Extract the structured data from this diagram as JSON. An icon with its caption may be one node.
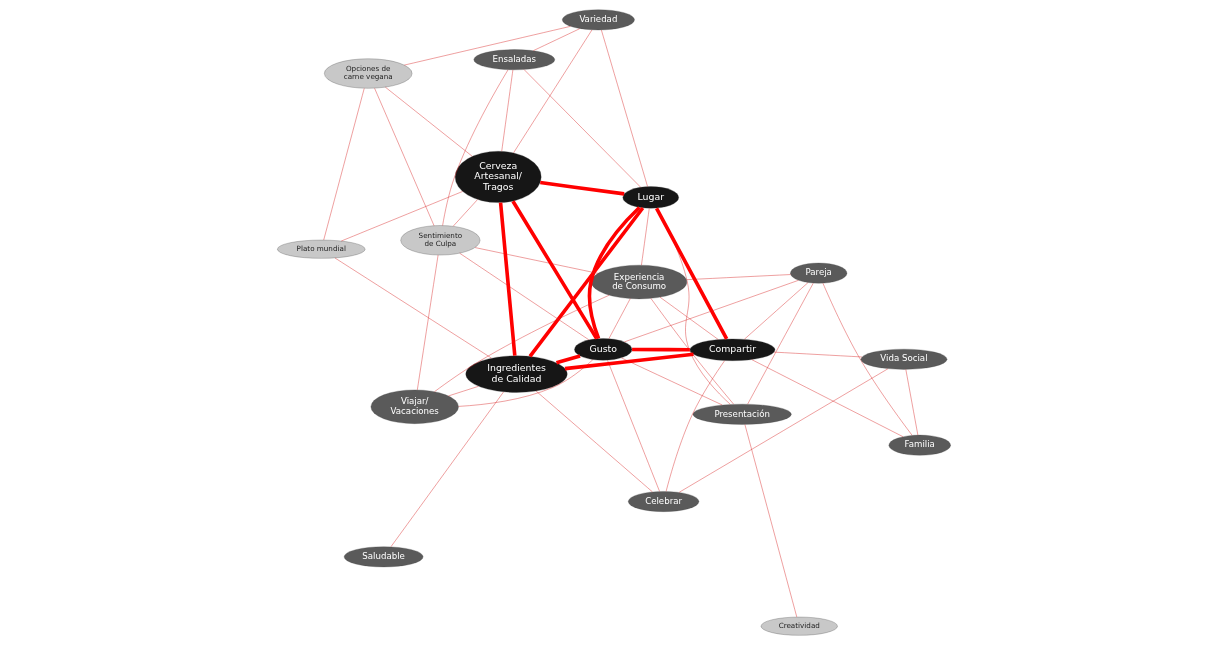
{
  "diagram": {
    "nodes": [
      {
        "text": [
          "Creatividad"
        ]
      },
      {
        "text": [
          "Presentación"
        ]
      },
      {
        "text": [
          "Lugar"
        ]
      },
      {
        "text": [
          "Ensaladas"
        ]
      },
      {
        "text": [
          "Pareja"
        ]
      },
      {
        "text": [
          "Experiencia de Consumo"
        ]
      },
      {
        "text": [
          "Viajar/ Vacaciones"
        ]
      },
      {
        "text": [
          "Variedad"
        ]
      },
      {
        "text": [
          "Sentimiento de Culpa"
        ]
      },
      {
        "text": [
          "Familia"
        ]
      },
      {
        "text": [
          "Gusto"
        ]
      },
      {
        "text": [
          "Opciones de carne vegana"
        ]
      },
      {
        "text": [
          "Compartir"
        ]
      },
      {
        "text": [
          "Cerveza Artesanal/ Tragos"
        ]
      },
      {
        "text": [
          "Vida Social"
        ]
      },
      {
        "text": [
          "Celebrar"
        ]
      },
      {
        "text": [
          "Ingredientes de Calidad"
        ]
      },
      {
        "text": [
          "Plato mundial"
        ]
      },
      {
        "text": [
          "Saludable"
        ]
      }
    ],
    "edges": [
      {
        "from": 0,
        "to": 1,
        "arrow": "none"
      },
      {
        "from": 1,
        "to": 2,
        "arrow": "none"
      },
      {
        "from": 1,
        "to": 4,
        "arrow": "none"
      },
      {
        "from": 1,
        "to": 5,
        "arrow": "none"
      },
      {
        "from": 1,
        "to": 10,
        "arrow": "none"
      },
      {
        "from": 2,
        "to": 3,
        "arrow": "none"
      },
      {
        "from": 2,
        "to": 7,
        "arrow": "none"
      },
      {
        "from": 2,
        "to": 5,
        "arrow": "none"
      },
      {
        "from": 2,
        "to": 12,
        "arrow": "none",
        "style": "thick",
        "color": "#ff0000"
      },
      {
        "from": 2,
        "to": 10,
        "arrow": "none",
        "style": "thick",
        "color": "#ff0000"
      },
      {
        "from": 2,
        "to": 16,
        "arrow": "none",
        "style": "thick",
        "color": "#ff0000"
      },
      {
        "from": 2,
        "to": 13,
        "arrow": "none",
        "style": "thick",
        "color": "#ff0000"
      },
      {
        "from": 3,
        "to": 7,
        "arrow": "none"
      },
      {
        "from": 3,
        "to": 13,
        "arrow": "none"
      },
      {
        "from": 3,
        "to": 8,
        "arrow": "none"
      },
      {
        "from": 4,
        "to": 5,
        "arrow": "none"
      },
      {
        "from": 4,
        "to": 9,
        "arrow": "none"
      },
      {
        "from": 4,
        "to": 12,
        "arrow": "none"
      },
      {
        "from": 4,
        "to": 10,
        "arrow": "none"
      },
      {
        "from": 5,
        "to": 6,
        "arrow": "none"
      },
      {
        "from": 5,
        "to": 8,
        "arrow": "none"
      },
      {
        "from": 5,
        "to": 12,
        "arrow": "none"
      },
      {
        "from": 5,
        "to": 10,
        "arrow": "none"
      },
      {
        "from": 6,
        "to": 10,
        "arrow": "none"
      },
      {
        "from": 6,
        "to": 16,
        "arrow": "none"
      },
      {
        "from": 6,
        "to": 8,
        "arrow": "none"
      },
      {
        "from": 7,
        "to": 13,
        "arrow": "none"
      },
      {
        "from": 7,
        "to": 11,
        "arrow": "none"
      },
      {
        "from": 8,
        "to": 10,
        "arrow": "none"
      },
      {
        "from": 8,
        "to": 13,
        "arrow": "none"
      },
      {
        "from": 8,
        "to": 11,
        "arrow": "none"
      },
      {
        "from": 9,
        "to": 12,
        "arrow": "none"
      },
      {
        "from": 9,
        "to": 14,
        "arrow": "none"
      },
      {
        "from": 10,
        "to": 12,
        "arrow": "none",
        "style": "thick",
        "color": "#ff0000"
      },
      {
        "from": 10,
        "to": 13,
        "arrow": "none",
        "style": "thick",
        "color": "#ff0000"
      },
      {
        "from": 10,
        "to": 16,
        "arrow": "none",
        "style": "thick",
        "color": "#ff0000"
      },
      {
        "from": 10,
        "to": 15,
        "arrow": "none"
      },
      {
        "from": 11,
        "to": 13,
        "arrow": "none"
      },
      {
        "from": 11,
        "to": 17,
        "arrow": "none"
      },
      {
        "from": 12,
        "to": 16,
        "arrow": "none",
        "style": "thick",
        "color": "#ff0000"
      },
      {
        "from": 12,
        "to": 14,
        "arrow": "none"
      },
      {
        "from": 12,
        "to": 15,
        "arrow": "none"
      },
      {
        "from": 13,
        "to": 16,
        "arrow": "none",
        "style": "thick",
        "color": "#ff0000"
      },
      {
        "from": 13,
        "to": 17,
        "arrow": "none"
      },
      {
        "from": 14,
        "to": 15,
        "arrow": "none"
      },
      {
        "from": 15,
        "to": 16,
        "arrow": "none"
      },
      {
        "from": 16,
        "to": 17,
        "arrow": "none"
      },
      {
        "from": 16,
        "to": 18,
        "arrow": "none"
      }
    ]
  }
}
